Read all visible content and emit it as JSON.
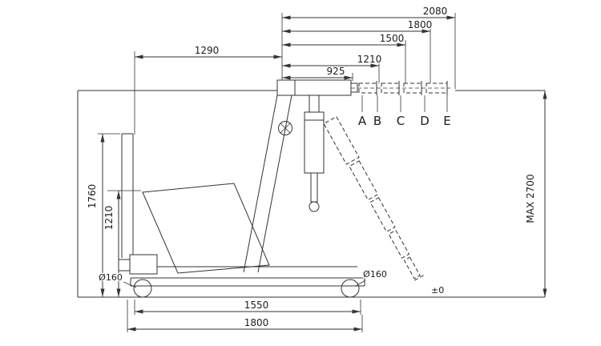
{
  "meta": {
    "background": "#ffffff",
    "line_color": "#333333",
    "drawing_type": "engine-crane-dimension-drawing"
  },
  "dimensions": {
    "top": {
      "d2080": "2080",
      "d1800": "1800",
      "d1500": "1500",
      "d1290": "1290",
      "d1210": "1210",
      "d925": "925"
    },
    "left": {
      "d1760": "1760",
      "d1210": "1210"
    },
    "bottom": {
      "d1550": "1550",
      "d1800": "1800"
    },
    "right": {
      "max_height": "MAX 2700"
    },
    "wheels": {
      "left": "Ø160",
      "right": "Ø160"
    },
    "datum": "±0"
  },
  "boom_positions": {
    "a": "A",
    "b": "B",
    "c": "C",
    "d": "D",
    "e": "E"
  }
}
